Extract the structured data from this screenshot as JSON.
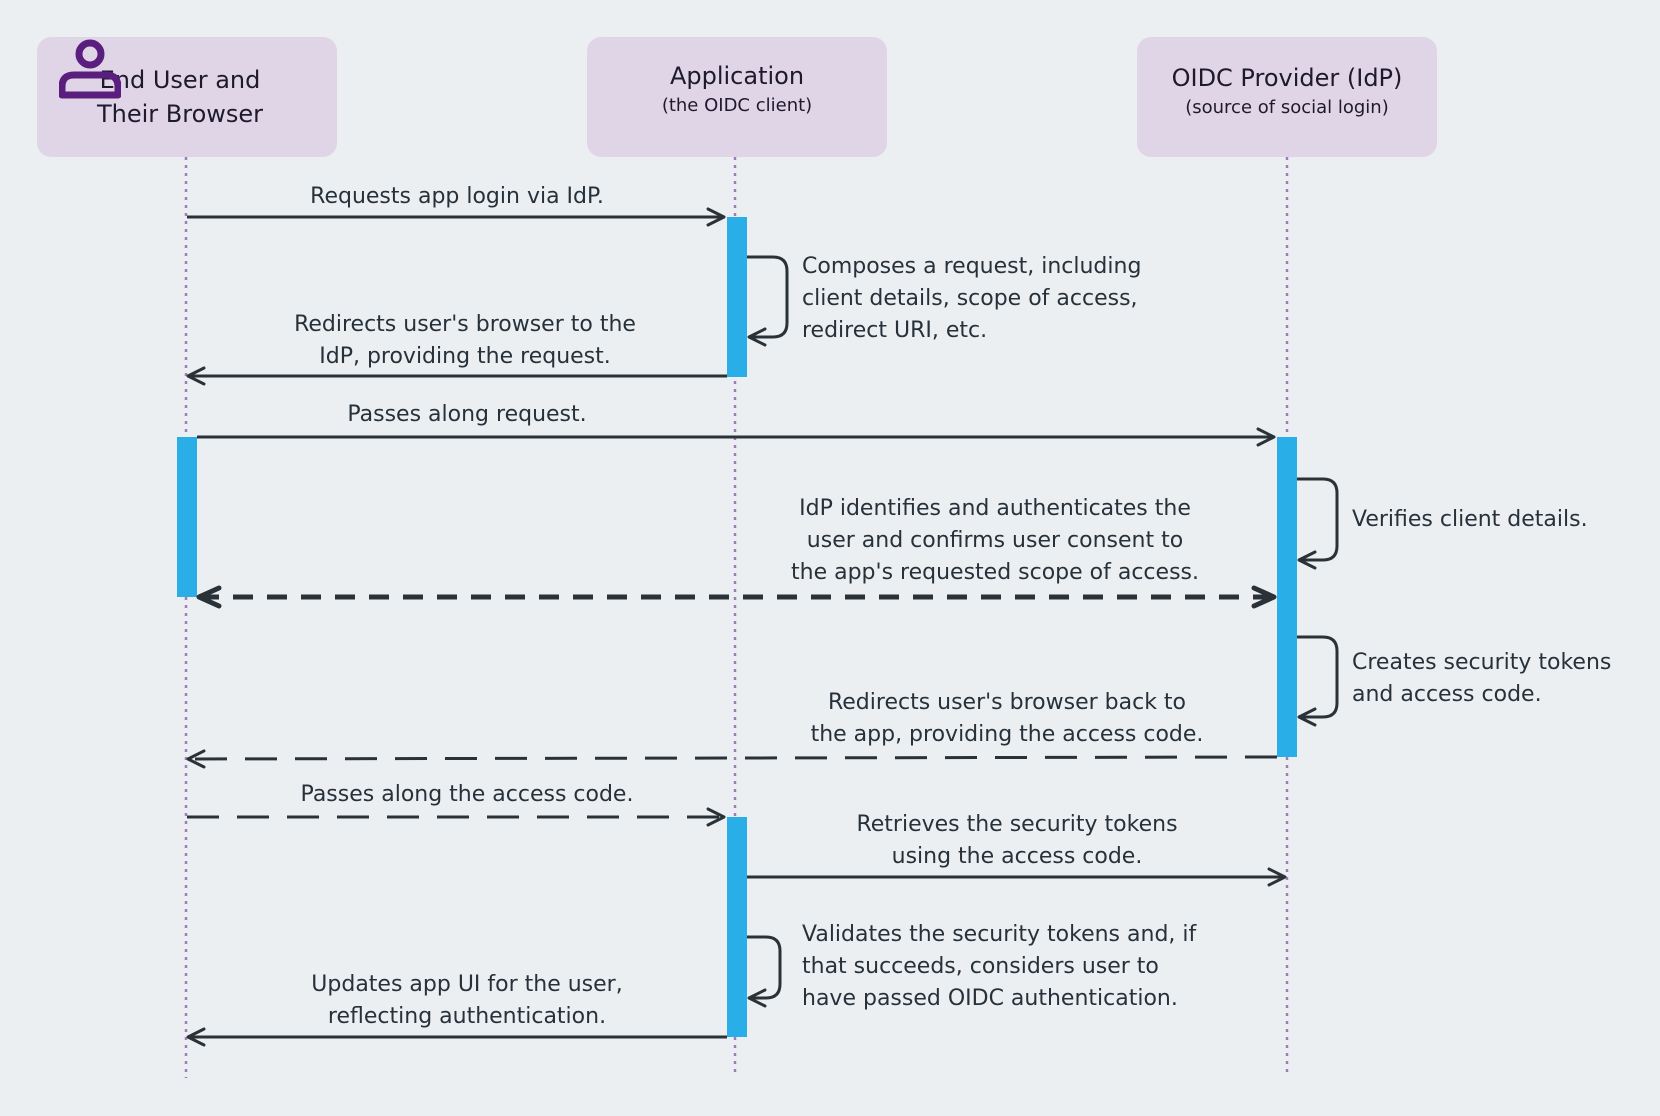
{
  "participants": {
    "user": {
      "name_line1": "End User and",
      "name_line2": "Their Browser",
      "icon": "person-icon"
    },
    "app": {
      "name": "Application",
      "subtitle": "(the OIDC client)"
    },
    "idp": {
      "name": "OIDC Provider (IdP)",
      "subtitle": "(source of social login)"
    }
  },
  "messages": {
    "m1": "Requests app login via IdP.",
    "m2_line1": "Composes a request, including",
    "m2_line2": "client details, scope of access,",
    "m2_line3": "redirect URI, etc.",
    "m3_line1": "Redirects user's browser to the",
    "m3_line2": "IdP, providing the request.",
    "m4": "Passes along request.",
    "m5": "Verifies client details.",
    "m6_line1": "IdP identifies and authenticates the",
    "m6_line2": "user and confirms user consent to",
    "m6_line3": "the app's requested scope of access.",
    "m7_line1": "Creates security tokens",
    "m7_line2": "and access code.",
    "m8_line1": "Redirects user's browser back to",
    "m8_line2": "the app, providing the access code.",
    "m9": "Passes along the access code.",
    "m10_line1": "Retrieves the security tokens",
    "m10_line2": "using the access code.",
    "m11_line1": "Validates the security tokens and, if",
    "m11_line2": "that succeeds, considers user to",
    "m11_line3": "have passed OIDC authentication.",
    "m12_line1": "Updates app UI for the user,",
    "m12_line2": "reflecting authentication."
  },
  "colors": {
    "background": "#eceff2",
    "actor_box": "#e0d5e6",
    "lifeline": "#a07bb6",
    "activation": "#2aaee8",
    "arrow": "#2a3238",
    "person_icon": "#5a1f7e"
  }
}
